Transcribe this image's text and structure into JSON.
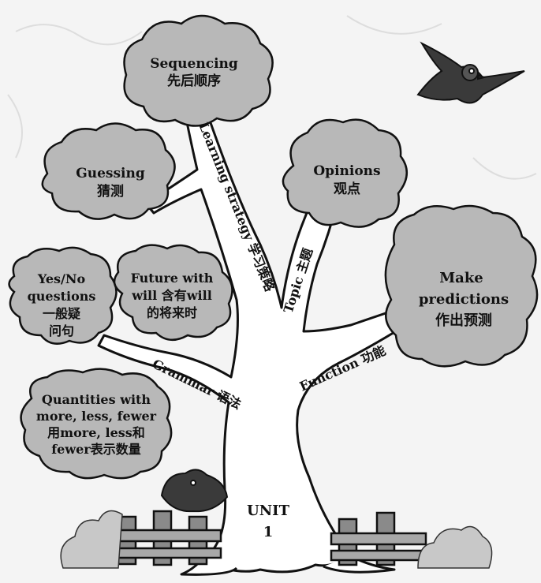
{
  "trunk_label": {
    "line1": "UNIT",
    "line2": "1"
  },
  "branches": {
    "learning_strategy": "Learning strategy 学习策略",
    "topic": "Topic 主题",
    "function": "Function 功能",
    "grammar": "Grammar 语法"
  },
  "clouds": {
    "sequencing": {
      "line1": "Sequencing",
      "line2": "先后顺序"
    },
    "guessing": {
      "line1": "Guessing",
      "line2": "猜测"
    },
    "opinions": {
      "line1": "Opinions",
      "line2": "观点"
    },
    "make_predictions": {
      "line1": "Make",
      "line2": "predictions",
      "line3": "作出预测"
    },
    "yes_no_questions": {
      "line1": "Yes/No",
      "line2": "questions",
      "line3": "一般疑",
      "line4": "问句"
    },
    "future_with_will": {
      "line1": "Future with",
      "line2": "will  含有will",
      "line3": "的将来时"
    },
    "quantities": {
      "line1": "Quantities with",
      "line2": "more, less, fewer",
      "line3": "用more, less和",
      "line4": "fewer表示数量"
    }
  },
  "colors": {
    "cloud_fill": "#b8b8b8",
    "tree_fill": "#ffffff",
    "outline": "#111111",
    "bird": "#3a3a3a"
  }
}
